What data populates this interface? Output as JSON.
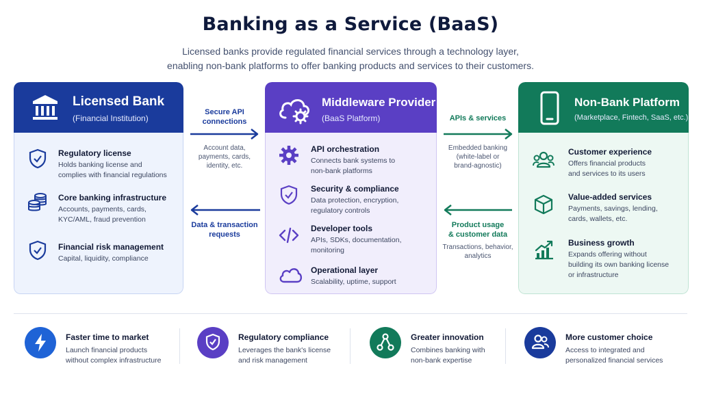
{
  "header": {
    "title": "Banking as a Service (BaaS)",
    "subtitle_line1": "Licensed banks provide regulated financial services through a technology layer,",
    "subtitle_line2": "enabling non-bank platforms to offer banking products and services to their customers."
  },
  "bank": {
    "title": "Licensed Bank",
    "subtitle": "(Financial Institution)",
    "items": [
      {
        "title": "Regulatory license",
        "desc": [
          "Holds banking license and",
          "complies with financial regulations"
        ]
      },
      {
        "title": "Core banking infrastructure",
        "desc": [
          "Accounts, payments, cards,",
          "KYC/AML, fraud prevention"
        ]
      },
      {
        "title": "Financial risk management",
        "desc": [
          "Capital, liquidity, compliance"
        ]
      }
    ]
  },
  "middleware": {
    "title": "Middleware Provider",
    "subtitle": "(BaaS Platform)",
    "items": [
      {
        "title": "API orchestration",
        "desc": [
          "Connects bank systems to",
          "non-bank platforms"
        ]
      },
      {
        "title": "Security & compliance",
        "desc": [
          "Data protection, encryption,",
          "regulatory controls"
        ]
      },
      {
        "title": "Developer tools",
        "desc": [
          "APIs, SDKs, documentation,",
          "monitoring"
        ]
      },
      {
        "title": "Operational layer",
        "desc": [
          "Scalability, uptime, support"
        ]
      }
    ]
  },
  "platform": {
    "title": "Non-Bank Platform",
    "subtitle": "(Marketplace, Fintech, SaaS, etc.)",
    "items": [
      {
        "title": "Customer experience",
        "desc": [
          "Offers financial products",
          "and services to its users"
        ]
      },
      {
        "title": "Value-added services",
        "desc": [
          "Payments, savings, lending,",
          "cards, wallets, etc."
        ]
      },
      {
        "title": "Business growth",
        "desc": [
          "Expands offering without",
          "building its own banking license",
          "or infrastructure"
        ]
      }
    ]
  },
  "flows": {
    "bank_to_mid": {
      "label": [
        "Secure API",
        "connections"
      ],
      "desc": [
        "Account data,",
        "payments, cards,",
        "identity, etc."
      ]
    },
    "mid_to_bank": {
      "label": [
        "Data & transaction",
        "requests"
      ]
    },
    "mid_to_plat": {
      "label": [
        "APIs & services"
      ],
      "desc": [
        "Embedded banking",
        "(white-label or",
        "brand-agnostic)"
      ]
    },
    "plat_to_mid": {
      "label": [
        "Product usage",
        "& customer data"
      ],
      "desc": [
        "Transactions, behavior,",
        "analytics"
      ]
    }
  },
  "benefits": [
    {
      "title": "Faster time to market",
      "desc": [
        "Launch financial products",
        "without complex infrastructure"
      ],
      "color": "#1f63d6"
    },
    {
      "title": "Regulatory compliance",
      "desc": [
        "Leverages the bank's license",
        "and risk management"
      ],
      "color": "#5a3fc4"
    },
    {
      "title": "Greater innovation",
      "desc": [
        "Combines banking with",
        "non-bank expertise"
      ],
      "color": "#127a5a"
    },
    {
      "title": "More customer choice",
      "desc": [
        "Access to integrated and",
        "personalized financial services"
      ],
      "color": "#1a3b9c"
    }
  ],
  "colors": {
    "bank": "#1a3b9c",
    "middleware": "#5a3fc4",
    "platform": "#127a5a",
    "benefit_blue": "#1f63d6"
  },
  "icons": {
    "bank": "bank-building-icon",
    "middleware": "cloud-gear-icon",
    "platform": "smartphone-icon",
    "bank_items": [
      "shield-check-icon",
      "coin-stack-icon",
      "shield-check-icon"
    ],
    "middleware_items": [
      "gear-icon",
      "shield-check-icon",
      "code-icon",
      "cloud-icon"
    ],
    "platform_items": [
      "users-icon",
      "cube-icon",
      "growth-chart-icon"
    ],
    "benefits": [
      "lightning-icon",
      "shield-check-icon",
      "network-icon",
      "users-icon"
    ]
  }
}
